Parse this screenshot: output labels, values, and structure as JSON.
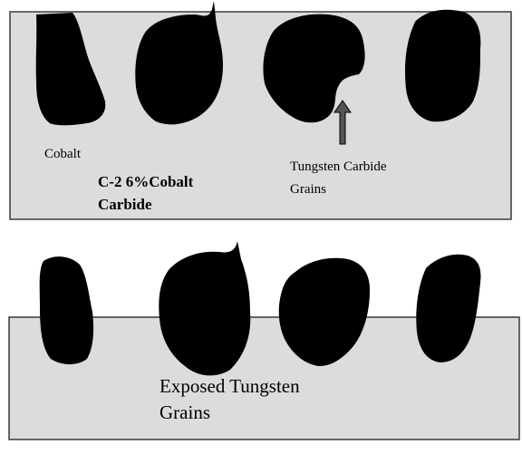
{
  "colors": {
    "binder": "#dcdcdc",
    "grain": "#000000",
    "border": "#3a3a3a",
    "arrow": "#555555"
  },
  "top_panel": {
    "binder_label": "Cobalt",
    "grain_label_line1": "Tungsten Carbide",
    "grain_label_line2": "Grains",
    "grade_line1": "C-2   6%Cobalt",
    "grade_line2": "Carbide",
    "arrow_icon": "up-arrow-icon"
  },
  "bottom_panel": {
    "label_line1": "Exposed Tungsten",
    "label_line2": "Grains"
  }
}
